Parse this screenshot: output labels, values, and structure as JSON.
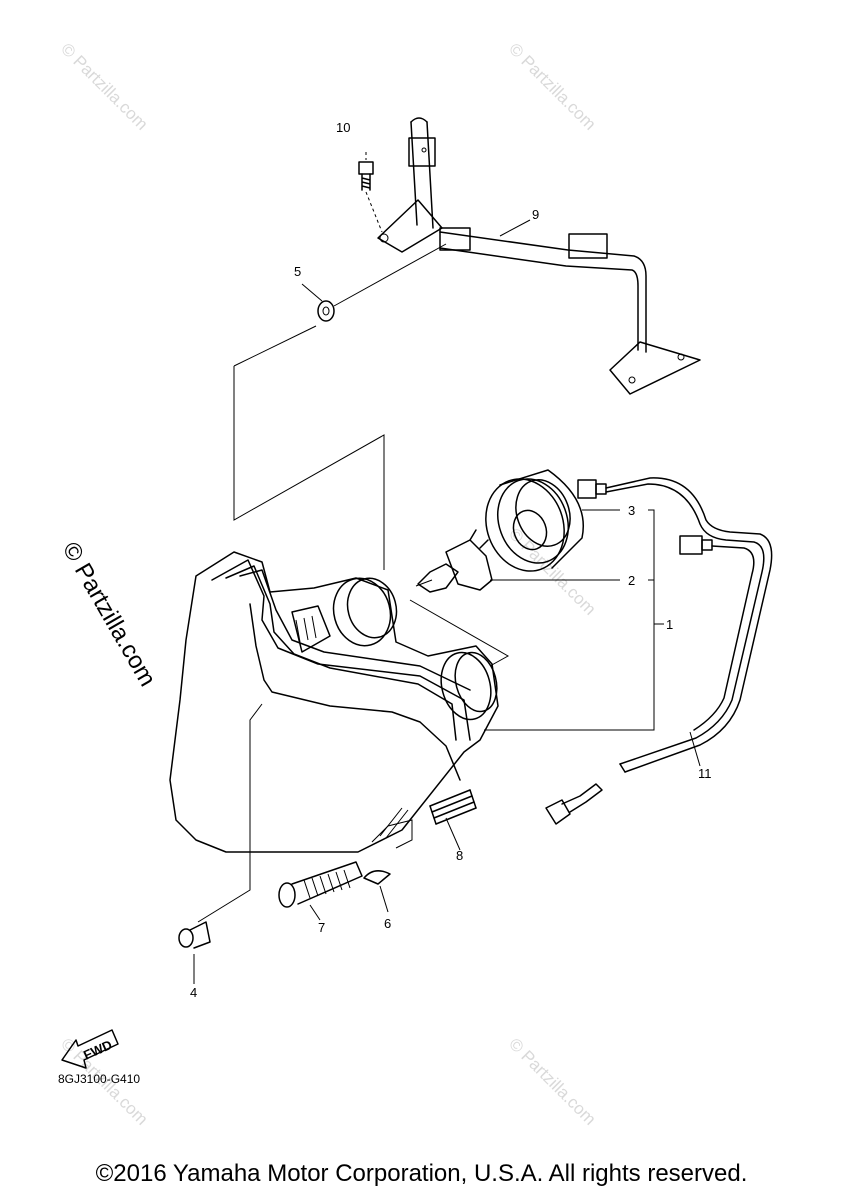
{
  "callouts": {
    "c1": "1",
    "c2": "2",
    "c3": "3",
    "c4": "4",
    "c5": "5",
    "c6": "6",
    "c7": "7",
    "c8": "8",
    "c9": "9",
    "c10": "10",
    "c11": "11"
  },
  "fwd_label": "FWD",
  "diagram_code": "8GJ3100-G410",
  "copyright": "©2016 Yamaha Motor Corporation, U.S.A. All rights reserved.",
  "watermark": "© Partzilla.com",
  "watermark_main": "© Partzilla.com"
}
